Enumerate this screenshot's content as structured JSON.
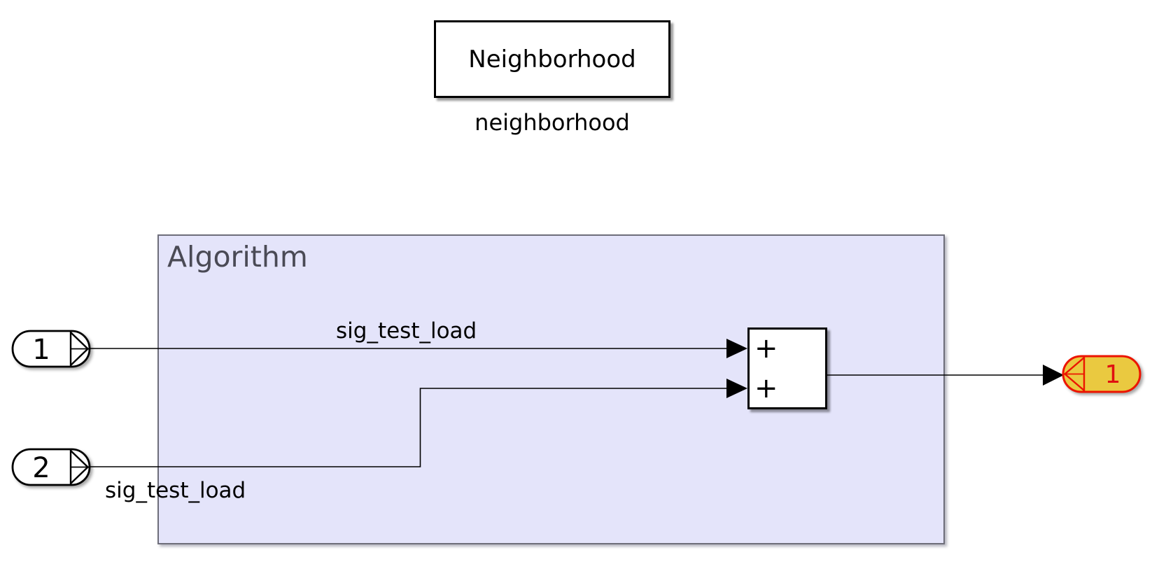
{
  "canvas": {
    "subsystem": {
      "title": "Neighborhood",
      "caption": "neighborhood"
    },
    "area": {
      "title": "Algorithm"
    },
    "inport1": {
      "number": "1",
      "signal_label": "sig_test_load"
    },
    "inport2": {
      "number": "2",
      "signal_label": "sig_test_load"
    },
    "outport1": {
      "number": "1"
    },
    "sum": {
      "input1_sign": "+",
      "input2_sign": "+"
    },
    "colors": {
      "canvas_background": "#ffffff",
      "area_fill": "#e4e4fa",
      "area_border": "#6e6e7a",
      "area_title_text": "#4a4a55",
      "block_fill": "#ffffff",
      "block_border": "#000000",
      "wire": "#000000",
      "outport_fill": "#eac940",
      "outport_border": "#ec1400",
      "outport_text": "#e01010"
    }
  }
}
